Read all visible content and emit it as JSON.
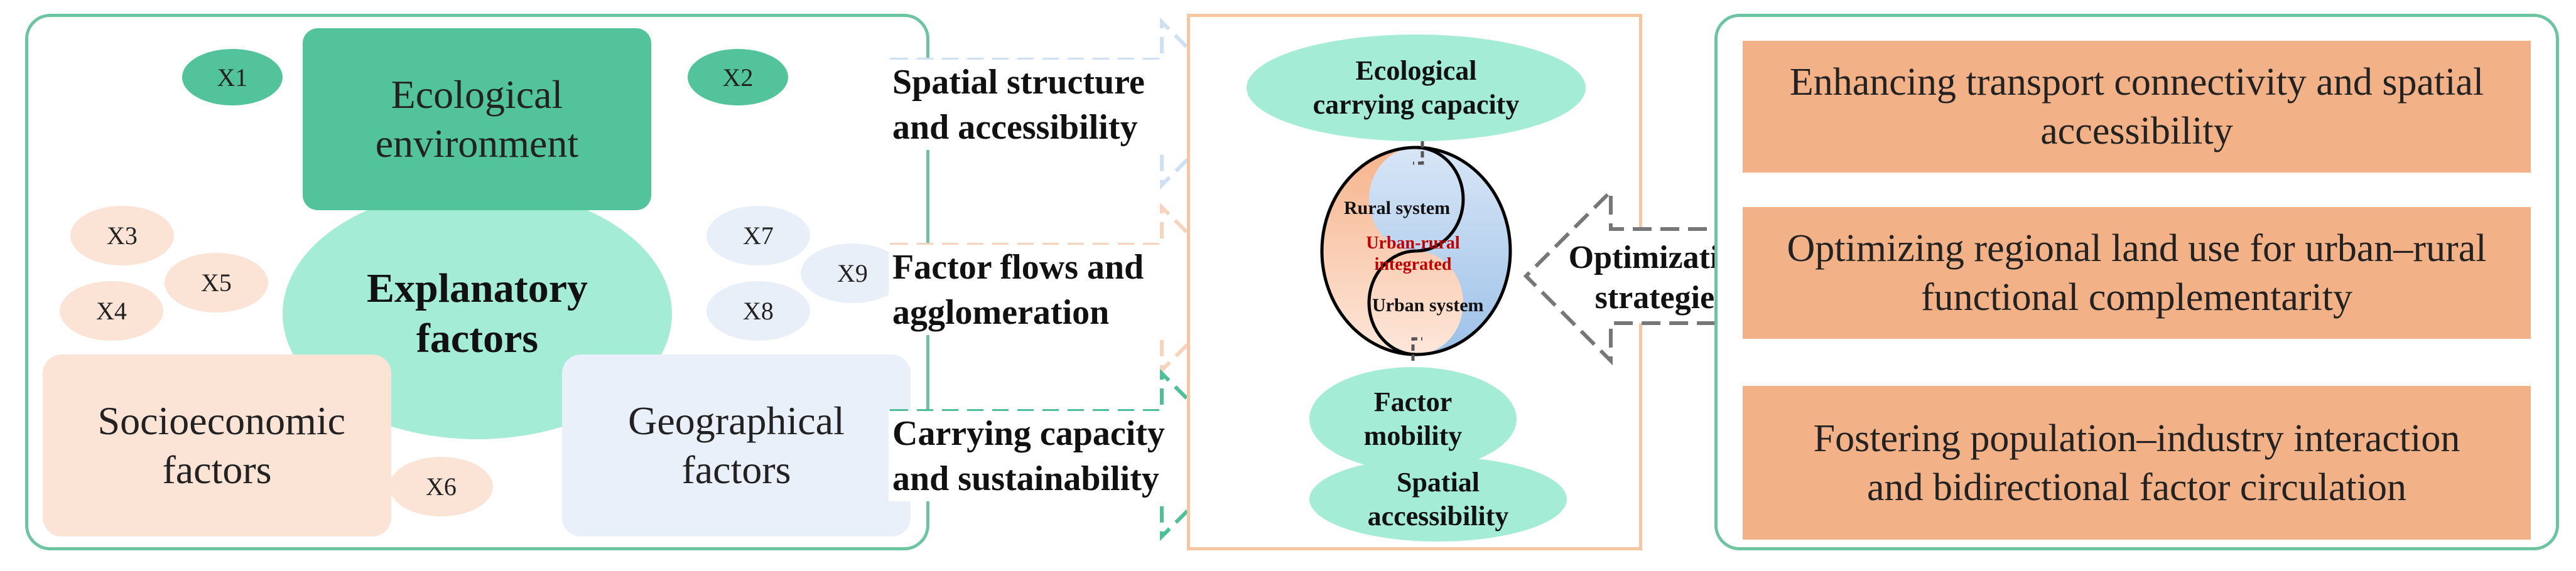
{
  "factors": {
    "ecological": "Ecological environment",
    "explanatory": "Explanatory factors",
    "socioeconomic": "Socioeconomic factors",
    "geographical": "Geographical factors",
    "x_labels": [
      "X1",
      "X2",
      "X3",
      "X4",
      "X5",
      "X6",
      "X7",
      "X8",
      "X9"
    ]
  },
  "flows": [
    "Spatial structure and accessibility",
    "Factor flows and agglomeration",
    "Carrying capacity and sustainability"
  ],
  "center": {
    "ecological_capacity": "Ecological carrying capacity",
    "rural_system": "Rural system",
    "integrated": "Urban-rural integrated",
    "urban_system": "Urban system",
    "factor_mobility": "Factor mobility",
    "spatial_accessibility": "Spatial accessibility"
  },
  "optimization_label": "Optimization strategies",
  "strategies": [
    "Enhancing transport connectivity and spatial accessibility",
    "Optimizing regional land use for urban–rural functional complementarity",
    "Fostering population–industry interaction and bidirectional factor circulation"
  ],
  "colors": {
    "panel_border": "#6cc4a0",
    "mid_border": "#f5c6a0",
    "eco_box": "#52c39a",
    "mint": "#a4ecd6",
    "peach": "#fbe3d5",
    "light_blue": "#eaf0fa",
    "strategy_box": "#f2b187",
    "integrated_text": "#c00000"
  },
  "icons": [
    "dashed-arrow-icon",
    "yin-yang-icon"
  ]
}
